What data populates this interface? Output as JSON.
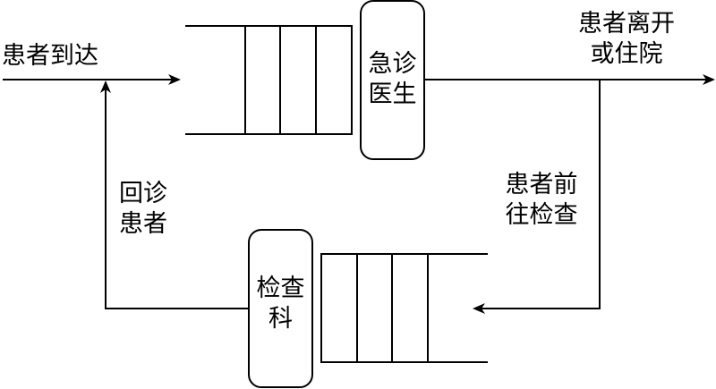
{
  "diagram": {
    "type": "queueing-flow",
    "nodes": {
      "er_doctor": {
        "label_line1": "急诊",
        "label_line2": "医生"
      },
      "exam_dept": {
        "label_line1": "检查",
        "label_line2": "科"
      }
    },
    "queues": {
      "er_queue": {
        "slots": 3,
        "orientation": "right-closed"
      },
      "exam_queue": {
        "slots": 3,
        "orientation": "left-closed"
      }
    },
    "edges": {
      "arrival": {
        "label": "患者到达"
      },
      "departure": {
        "label_line1": "患者离开",
        "label_line2": "或住院"
      },
      "to_exam": {
        "label_line1": "患者前",
        "label_line2": "往检查"
      },
      "return": {
        "label_line1": "回诊",
        "label_line2": "患者"
      }
    },
    "colors": {
      "stroke": "#000000",
      "background": "#ffffff"
    }
  }
}
